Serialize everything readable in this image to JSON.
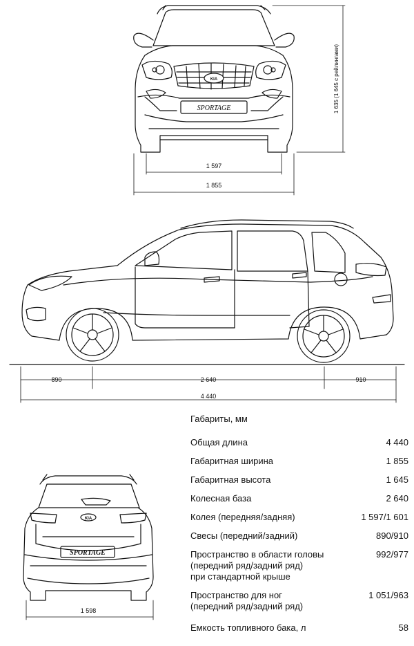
{
  "dimensions": {
    "front_track": "1 597",
    "front_width": "1 855",
    "height_label": "1 635 (1 645 с рейлингами)",
    "front_overhang": "890",
    "wheelbase": "2 640",
    "rear_overhang": "910",
    "length": "4 440",
    "rear_track": "1 598"
  },
  "badges": {
    "front_model": "SPORTAGE",
    "rear_model": "SPORTAGE",
    "brand": "KIA"
  },
  "specs": {
    "title": "Габариты, мм",
    "rows": [
      {
        "label": "Общая длина",
        "value": "4 440"
      },
      {
        "label": "Габаритная ширина",
        "value": "1 855"
      },
      {
        "label": "Габаритная высота",
        "value": "1 645"
      },
      {
        "label": "Колесная база",
        "value": "2 640"
      },
      {
        "label": "Колея (передняя/задняя)",
        "value": "1 597/1 601"
      },
      {
        "label": "Свесы (передний/задний)",
        "value": "890/910"
      },
      {
        "label": "Пространство в области головы\n(передний ряд/задний ряд)\nпри стандартной крыше",
        "value": "992/977"
      },
      {
        "label": "Пространство для ног\n(передний ряд/задний ряд)",
        "value": "1 051/963"
      },
      {
        "label": "Емкость топливного бака, л",
        "value": "58"
      }
    ]
  }
}
